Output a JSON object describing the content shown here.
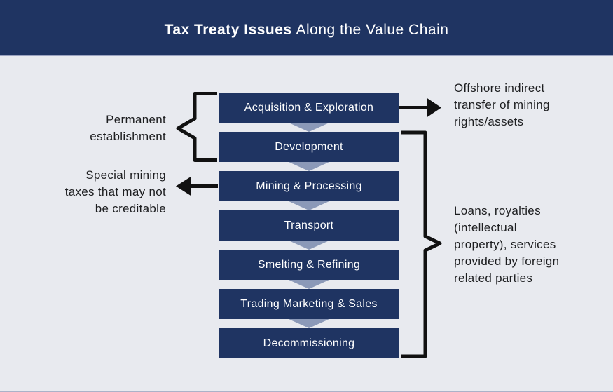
{
  "header": {
    "title_bold": "Tax Treaty Issues",
    "title_regular": "Along the Value Chain"
  },
  "chain": {
    "steps": [
      "Acquisition & Exploration",
      "Development",
      "Mining & Processing",
      "Transport",
      "Smelting & Refining",
      "Trading Marketing & Sales",
      "Decommissioning"
    ]
  },
  "annotations": {
    "permanent_establishment": {
      "lines": [
        "Permanent",
        "establishment"
      ]
    },
    "special_mining": {
      "lines": [
        "Special mining",
        "taxes that may not",
        "be creditable"
      ]
    },
    "offshore_transfer": {
      "lines": [
        "Offshore indirect",
        "transfer of mining",
        "rights/assets"
      ]
    },
    "foreign_related_parties": {
      "lines": [
        "Loans, royalties",
        "(intellectual",
        "property), services",
        "provided by foreign",
        "related parties"
      ]
    }
  },
  "colors": {
    "navy": "#1f3462",
    "chevron_gray_blue": "#8b99b8",
    "background": "#e8eaef",
    "annotation_text": "#1d1e20",
    "connector_black": "#111111"
  }
}
